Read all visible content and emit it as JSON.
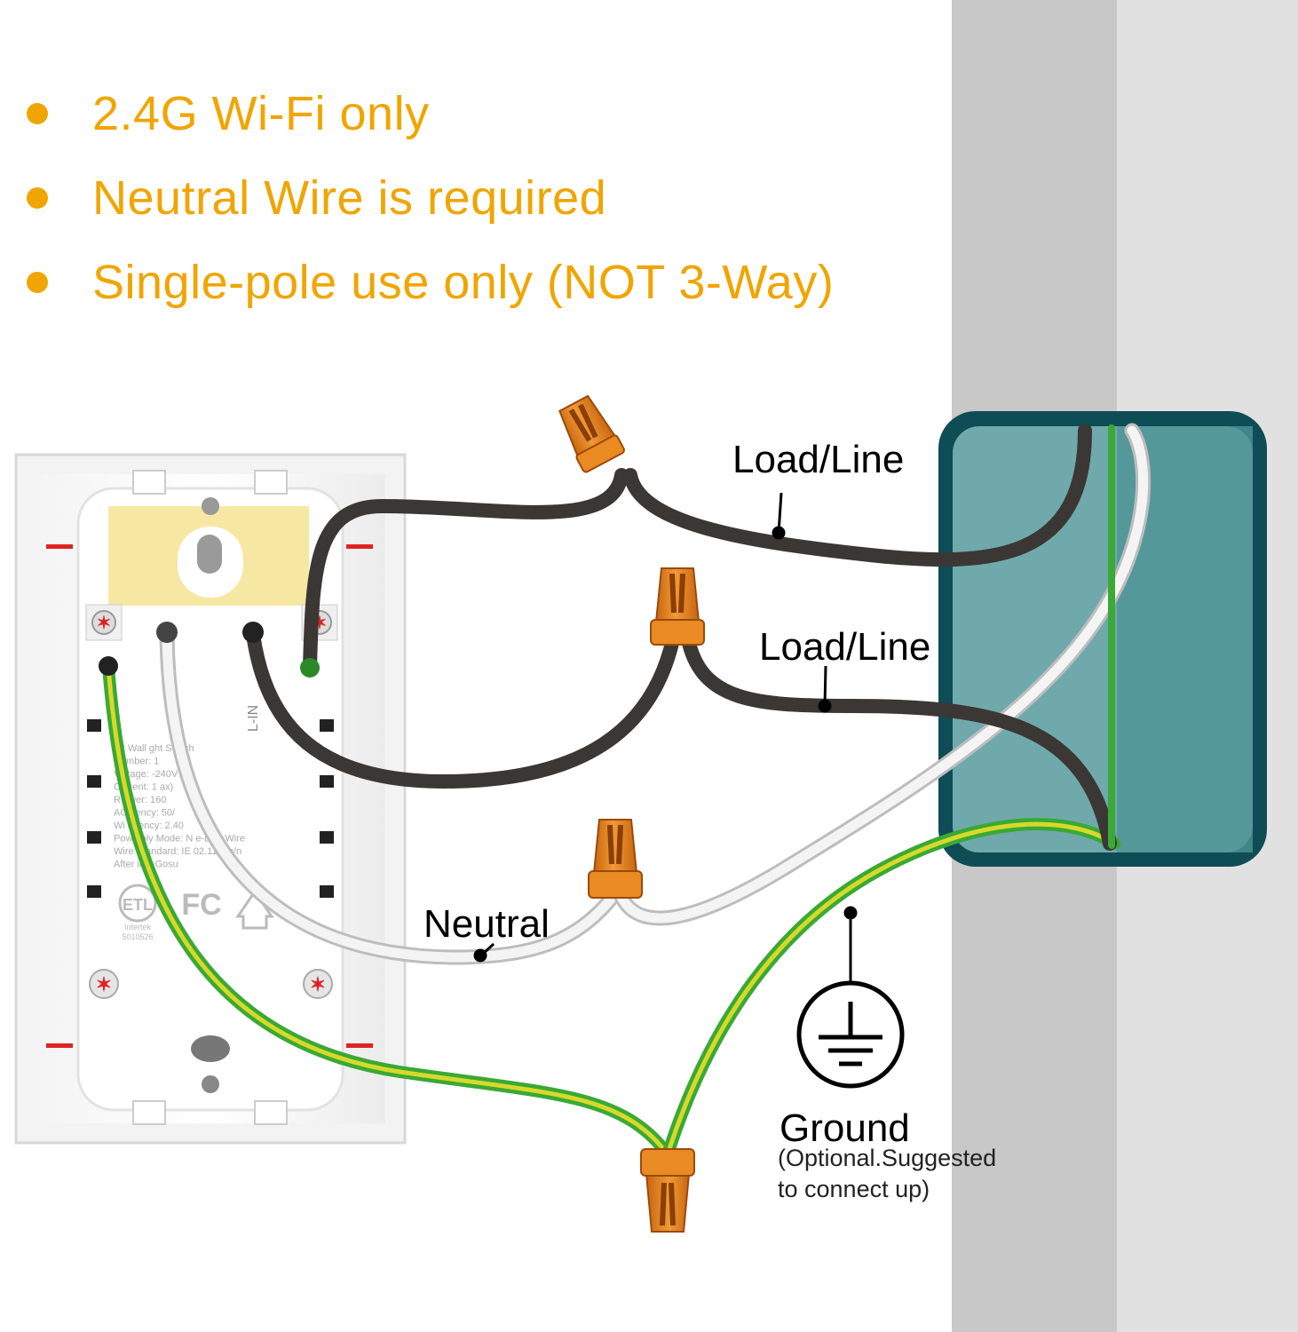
{
  "colors": {
    "accent": "#f0a500",
    "wall": "#c8c8c8",
    "wall_light": "#e1e1e1",
    "box_border": "#0e4d55",
    "box_fill": "#5e9ea0",
    "wire_hot": "#3b3735",
    "wire_neutral": "#f2f2f2",
    "wire_ground_green": "#3aa935",
    "wire_ground_yellow": "#d7d92a",
    "connector": "#e07f1a",
    "connector_dark": "#9a4a0c",
    "plate": "#eeeeee",
    "tab_yellow": "#f6e8a3",
    "marker_red": "#e02222"
  },
  "requirements": [
    "2.4G  Wi-Fi only",
    "Neutral Wire is required",
    "Single-pole use only (NOT 3-Way)"
  ],
  "labels": {
    "load_line_top": "Load/Line",
    "load_line_middle": "Load/Line",
    "neutral": "Neutral",
    "ground": "Ground",
    "ground_note_line1": "(Optional.Suggested",
    "ground_note_line2": "to connect up)"
  },
  "device": {
    "terminal_label": "L-IN",
    "spec_lines": [
      "art Wall    ght Switch",
      "    Number:     1",
      "      Voltage:          -240V",
      "      Current:  1     ax)",
      "R     ower:  160",
      "AC      uency:  50/",
      "Wi      quency:  2.40",
      "Pow    pply Mode:  N        e-Live Wire",
      "Wire      Standard:  IE    02.11 b/g/n",
      "After      ice:     Gosu"
    ],
    "cert_marks": [
      "ETL",
      "FC",
      "Intertek",
      "5010526"
    ]
  }
}
